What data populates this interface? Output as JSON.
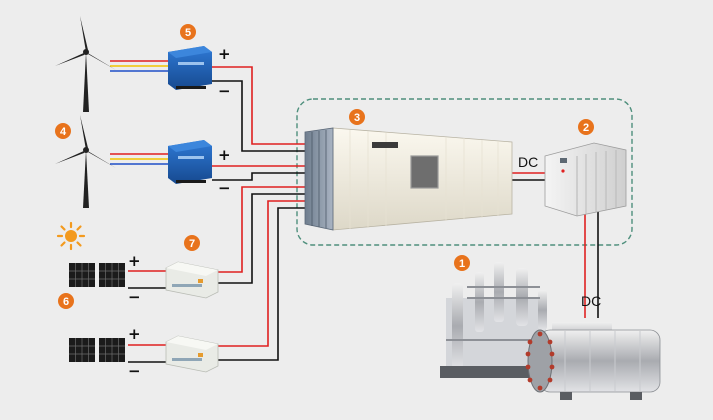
{
  "colors": {
    "background": "#ededed",
    "badge": "#e8731c",
    "wire_positive": "#e02020",
    "wire_negative": "#111111",
    "wire_yellow": "#f2c400",
    "wire_blue": "#1f4fc8",
    "converter_blue": "#1d5fb8",
    "enclosure_dash": "#4e8f7c",
    "sun": "#f39a1e"
  },
  "badges": {
    "b1": "1",
    "b2": "2",
    "b3": "3",
    "b4": "4",
    "b5": "5",
    "b6": "6",
    "b7": "7"
  },
  "labels": {
    "plus": "+",
    "minus": "−",
    "dc_top": "DC",
    "dc_bottom": "DC"
  },
  "icons": {
    "wind_turbine": "wind-turbine-icon",
    "sun": "sun-icon",
    "solar_panel": "solar-panel-icon",
    "rectifier": "rectifier-icon",
    "mppt_controller": "mppt-controller-icon",
    "battery_container": "battery-container-icon",
    "power_cabinet": "power-cabinet-icon",
    "electrolyzer": "electrolyzer-icon"
  }
}
